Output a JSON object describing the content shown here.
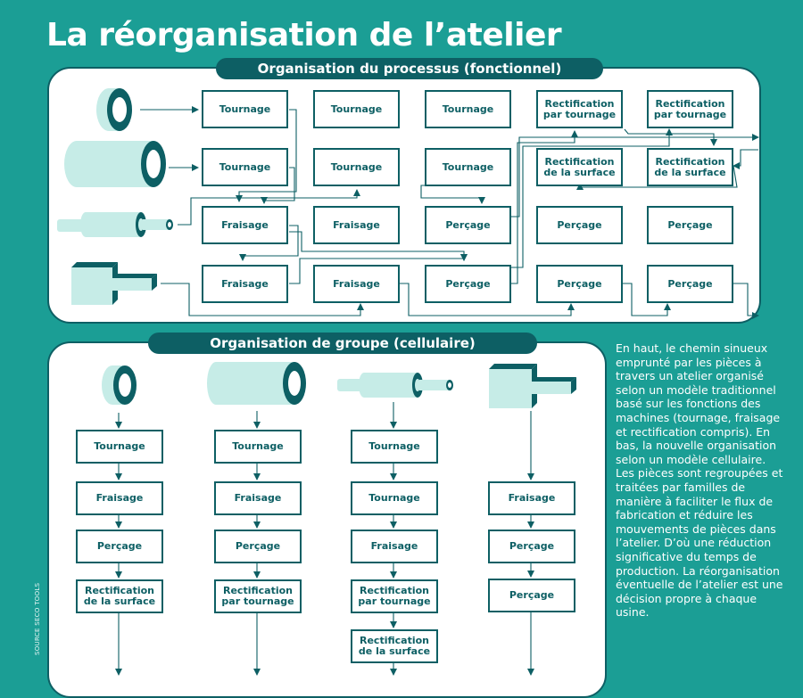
{
  "title": "La réorganisation de l’atelier",
  "top_section": {
    "heading": "Organisation du processus (fonctionnel)",
    "rows": [
      [
        "Tournage",
        "Tournage",
        "Tournage",
        "Rectification\npar tournage",
        "Rectification\npar tournage"
      ],
      [
        "Tournage",
        "Tournage",
        "Tournage",
        "Rectification\nde la surface",
        "Rectification\nde la surface"
      ],
      [
        "Fraisage",
        "Fraisage",
        "Perçage",
        "Perçage",
        "Perçage"
      ],
      [
        "Fraisage",
        "Fraisage",
        "Perçage",
        "Perçage",
        "Perçage"
      ]
    ]
  },
  "bottom_section": {
    "heading": "Organisation de groupe (cellulaire)",
    "columns": [
      [
        "Tournage",
        "Fraisage",
        "Perçage",
        "Rectification\nde la surface"
      ],
      [
        "Tournage",
        "Fraisage",
        "Perçage",
        "Rectification\npar tournage"
      ],
      [
        "Tournage",
        "Tournage",
        "Fraisage",
        "Rectification\npar tournage",
        "Rectification\nde la surface"
      ],
      [
        "Fraisage",
        "Perçage",
        "Perçage"
      ]
    ]
  },
  "description": "En haut, le chemin sinueux emprunté par les pièces à travers un atelier organisé selon un modèle traditionnel basé sur les fonctions des machines (tournage, fraisage et rectification compris). En bas, la nouvelle organisation selon un modèle cellulaire. Les pièces sont regroupées et traitées par familles de manière à faciliter le flux de fabrication et réduire les mouvements de pièces dans l’atelier. D’où une réduction significative du temps de production. La réorganisation éventuelle de l’atelier est une décision propre à chaque usine.",
  "source": "SOURCE SECO TOOLS",
  "icons": [
    "ring-part-icon",
    "tube-part-icon",
    "stepped-shaft-part-icon",
    "block-part-icon"
  ],
  "colors": {
    "background": "#1b9e95",
    "dark": "#0d5f64",
    "light_part": "#c6ece7"
  }
}
